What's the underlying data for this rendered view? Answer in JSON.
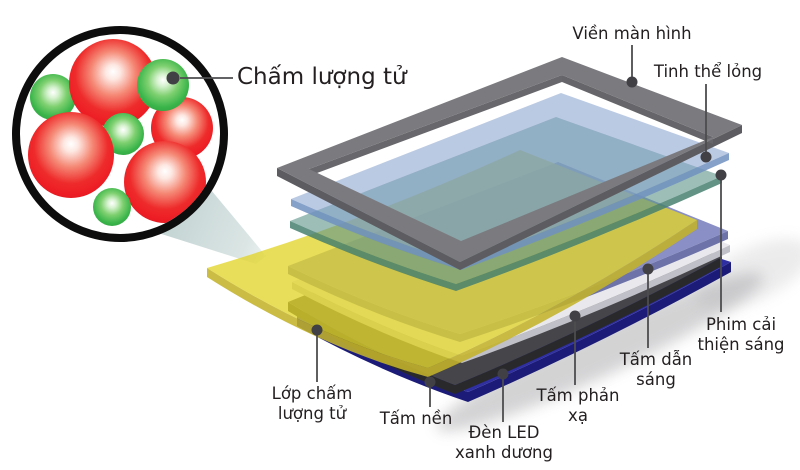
{
  "figure": {
    "background": "#ffffff",
    "text_color": "#231f20",
    "leader_line_color": "#4d4d4f",
    "leader_dot_color": "#414045",
    "cone_color": "#b8cccb",
    "shadow_color": "#97979b"
  },
  "magnifier": {
    "label": "Chấm lượng tử",
    "ring_color": "#0d0d0d",
    "dot_red_color": "#ed1c24",
    "dot_green_color": "#3ab54a"
  },
  "layers": [
    {
      "id": "vien-man-hinh",
      "name": "Viền màn hình",
      "lines": [
        "Viền màn hình"
      ],
      "color": "#7b7b7f"
    },
    {
      "id": "tinh-the-long",
      "name": "Tinh thể lỏng",
      "lines": [
        "Tinh thể lỏng"
      ],
      "color": "#8aa3cf"
    },
    {
      "id": "phim-cai-thien-sang",
      "name": "Phim cải thiện sáng",
      "lines": [
        "Phim cải",
        "thiện sáng"
      ],
      "color": "#5f968a"
    },
    {
      "id": "lop-cham-luong-tu",
      "name": "Lớp chấm lượng tử",
      "lines": [
        "Lớp chấm",
        "lượng tử"
      ],
      "color": "#e2d52c"
    },
    {
      "id": "tam-dan-sang",
      "name": "Tấm dẫn sáng",
      "lines": [
        "Tấm dẫn",
        "sáng"
      ],
      "color": "#8a8fc5"
    },
    {
      "id": "tam-phan-xa",
      "name": "Tấm phản xạ",
      "lines": [
        "Tấm phản",
        "xạ"
      ],
      "color": "#e9e9ed"
    },
    {
      "id": "tam-nen",
      "name": "Tấm nền",
      "lines": [
        "Tấm nền"
      ],
      "color": "#46464a"
    },
    {
      "id": "den-led-xanh-duong",
      "name": "Đèn LED xanh dương",
      "lines": [
        "Đèn LED",
        "xanh dương"
      ],
      "color": "#2f2fa2"
    }
  ]
}
